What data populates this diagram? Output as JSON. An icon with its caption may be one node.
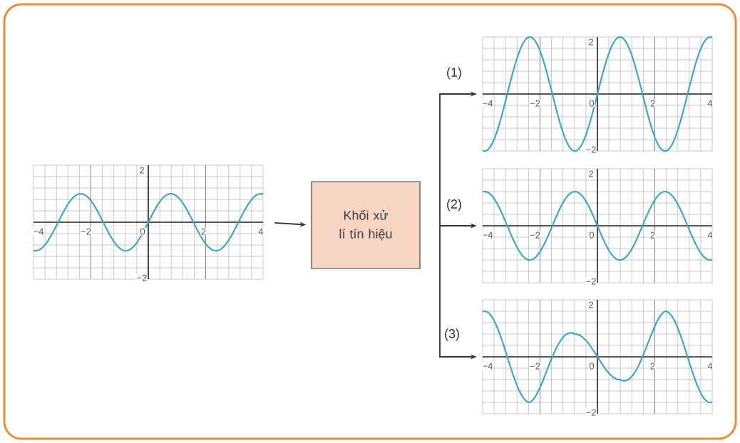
{
  "diagram": {
    "nodes": [
      {
        "text": [],
        "shape": "picture"
      },
      {
        "text": [
          "Khối xử lí tín hiệu"
        ]
      },
      {
        "text": [],
        "shape": "picture"
      },
      {
        "text": [],
        "shape": "picture"
      },
      {
        "text": [],
        "shape": "picture"
      }
    ],
    "edges": [
      {
        "from": 0,
        "to": 1,
        "arrow": "to"
      },
      {
        "from": null,
        "to": 2,
        "arrow": "to",
        "label": "(1)"
      },
      {
        "from": null,
        "to": 3,
        "arrow": "to",
        "label": "(2)"
      },
      {
        "from": null,
        "to": 4,
        "arrow": "to",
        "label": "(3)"
      }
    ],
    "labels": [
      "2",
      "−4",
      "−2",
      "0",
      "2",
      "4",
      "−2",
      "2",
      "−4",
      "−2",
      "0",
      "2",
      "4",
      "−2",
      "2",
      "−4",
      "−2",
      "0",
      "2",
      "4",
      "−2",
      "2",
      "−4",
      "−2",
      "0",
      "2",
      "4",
      "−2"
    ]
  }
}
